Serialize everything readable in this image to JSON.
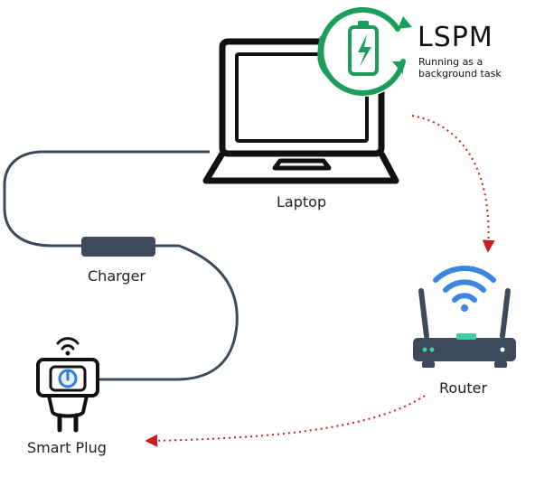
{
  "lspm": {
    "title": "LSPM",
    "subtitle_line1": "Running as a",
    "subtitle_line2": "background task",
    "icon": "battery-charging-cycle-icon",
    "accent_color": "#1a9e5a"
  },
  "devices": {
    "laptop": {
      "label": "Laptop",
      "icon": "laptop-icon"
    },
    "charger": {
      "label": "Charger",
      "icon": "charger-brick-icon"
    },
    "smart_plug": {
      "label": "Smart Plug",
      "icon": "smart-plug-icon"
    },
    "router": {
      "label": "Router",
      "icon": "wifi-router-icon"
    }
  },
  "colors": {
    "device_outline": "#111111",
    "cable": "#3d4a5c",
    "wifi_blue": "#3a86e0",
    "router_body": "#3d4a5c",
    "router_led": "#3ccfa0",
    "arrow_red": "#c81e1e",
    "plug_power": "#2f7fd8"
  }
}
